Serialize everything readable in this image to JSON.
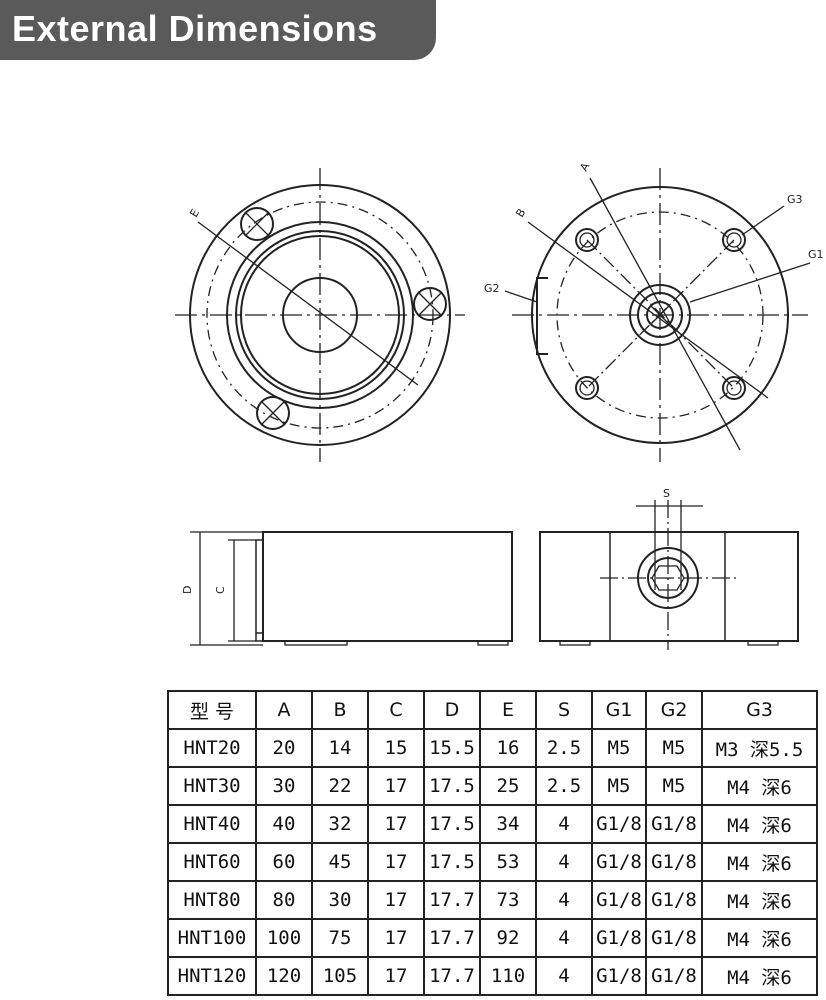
{
  "header": {
    "title": "External Dimensions"
  },
  "drawing": {
    "labels": {
      "E": "E",
      "A": "A",
      "B": "B",
      "G1": "G1",
      "G2": "G2",
      "G3": "G3",
      "S": "S",
      "C": "C",
      "D": "D"
    }
  },
  "table": {
    "headers": [
      "型 号",
      "A",
      "B",
      "C",
      "D",
      "E",
      "S",
      "G1",
      "G2",
      "G3"
    ],
    "rows": [
      [
        "HNT20",
        "20",
        "14",
        "15",
        "15.5",
        "16",
        "2.5",
        "M5",
        "M5",
        "M3 深5.5"
      ],
      [
        "HNT30",
        "30",
        "22",
        "17",
        "17.5",
        "25",
        "2.5",
        "M5",
        "M5",
        "M4 深6"
      ],
      [
        "HNT40",
        "40",
        "32",
        "17",
        "17.5",
        "34",
        "4",
        "G1/8",
        "G1/8",
        "M4 深6"
      ],
      [
        "HNT60",
        "60",
        "45",
        "17",
        "17.5",
        "53",
        "4",
        "G1/8",
        "G1/8",
        "M4 深6"
      ],
      [
        "HNT80",
        "80",
        "30",
        "17",
        "17.7",
        "73",
        "4",
        "G1/8",
        "G1/8",
        "M4 深6"
      ],
      [
        "HNT100",
        "100",
        "75",
        "17",
        "17.7",
        "92",
        "4",
        "G1/8",
        "G1/8",
        "M4 深6"
      ],
      [
        "HNT120",
        "120",
        "105",
        "17",
        "17.7",
        "110",
        "4",
        "G1/8",
        "G1/8",
        "M4 深6"
      ]
    ]
  }
}
